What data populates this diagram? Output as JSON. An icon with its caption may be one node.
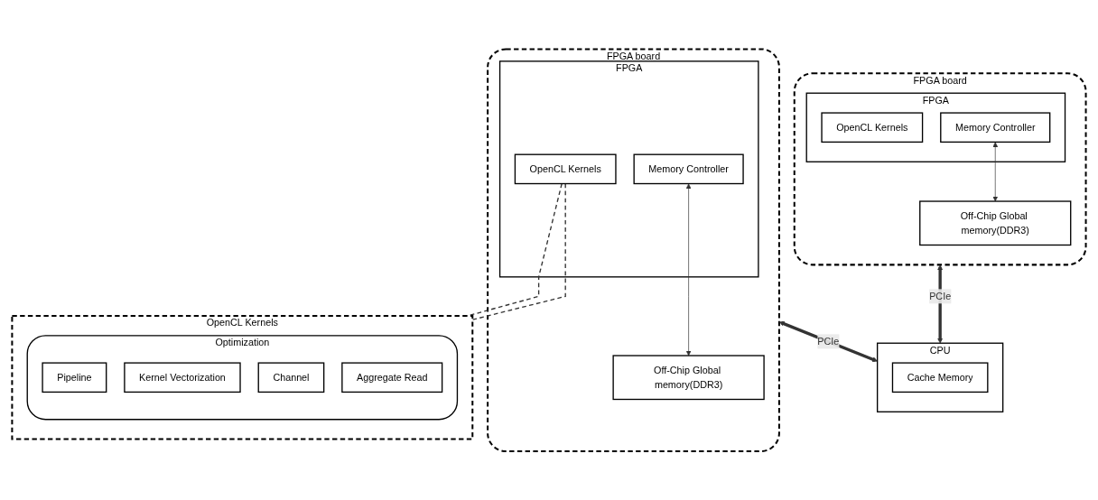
{
  "diagram": {
    "nodes": [
      {
        "text": [
          "FPGA board"
        ]
      },
      {
        "text": [
          "FPGA"
        ],
        "in": 0
      },
      {
        "text": [
          "OpenCL Kernels"
        ],
        "in": 1
      },
      {
        "text": [
          "Memory Controller"
        ],
        "in": 1
      },
      {
        "text": [
          "Off-Chip Global memory(DDR3)"
        ],
        "in": 0
      },
      {
        "text": [
          "FPGA board"
        ]
      },
      {
        "text": [
          "FPGA"
        ],
        "in": 5
      },
      {
        "text": [
          "OpenCL Kernels"
        ],
        "in": 6
      },
      {
        "text": [
          "Memory Controller"
        ],
        "in": 6
      },
      {
        "text": [
          "Off-Chip Global memory(DDR3)"
        ],
        "in": 5
      },
      {
        "text": [
          "OpenCL Kernels"
        ]
      },
      {
        "text": [
          "Optimization"
        ],
        "in": 10
      },
      {
        "text": [
          "Pipeline"
        ],
        "in": 11
      },
      {
        "text": [
          "Kernel Vectorization"
        ],
        "in": 11
      },
      {
        "text": [
          "Channel"
        ],
        "in": 11
      },
      {
        "text": [
          "Aggregate Read"
        ],
        "in": 11
      },
      {
        "text": [
          "CPU"
        ]
      },
      {
        "text": [
          "Cache Memory"
        ],
        "in": 16
      }
    ],
    "edges": [
      {
        "from": 3,
        "to": 4,
        "arrow": "both"
      },
      {
        "from": 8,
        "to": 9,
        "arrow": "both"
      },
      {
        "from": 7,
        "to": 10,
        "arrow": "none",
        "style": "dashed"
      },
      {
        "from": 7,
        "to": 10,
        "arrow": "none",
        "style": "dashed"
      },
      {
        "from": 0,
        "to": 16,
        "arrow": "both",
        "label": "PCIe",
        "style": "thick"
      },
      {
        "from": 5,
        "to": 16,
        "arrow": "both",
        "label": "PCIe",
        "style": "thick"
      }
    ]
  }
}
